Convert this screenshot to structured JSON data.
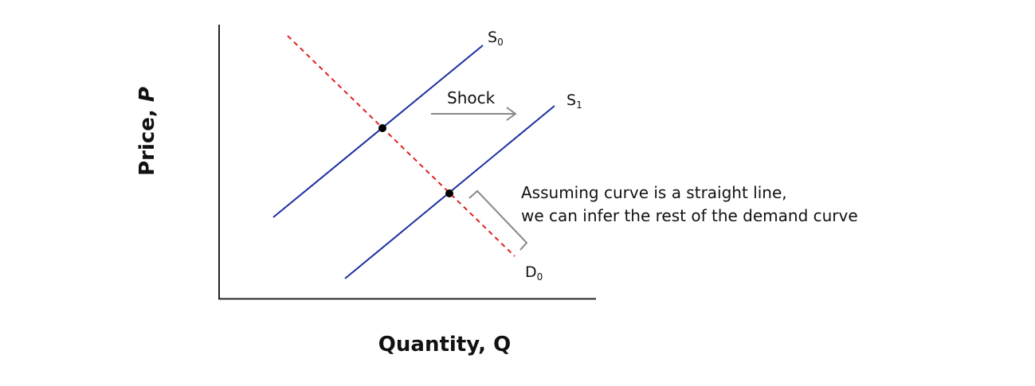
{
  "axes": {
    "y_label": "Price, ",
    "y_symbol": "P",
    "x_label": "Quantity, Q"
  },
  "curves": {
    "s0": {
      "label": "S",
      "subscript": "0",
      "color": "#1a2fa0"
    },
    "s1": {
      "label": "S",
      "subscript": "1",
      "color": "#1a2fa0"
    },
    "d0": {
      "label": "D",
      "subscript": "0",
      "color": "#e02020",
      "style": "dashed"
    }
  },
  "shock": {
    "label": "Shock",
    "color": "#888888"
  },
  "annotation": {
    "line1": "Assuming curve is a straight line,",
    "line2": "we can infer the rest of the demand curve",
    "bracket_color": "#888888"
  }
}
